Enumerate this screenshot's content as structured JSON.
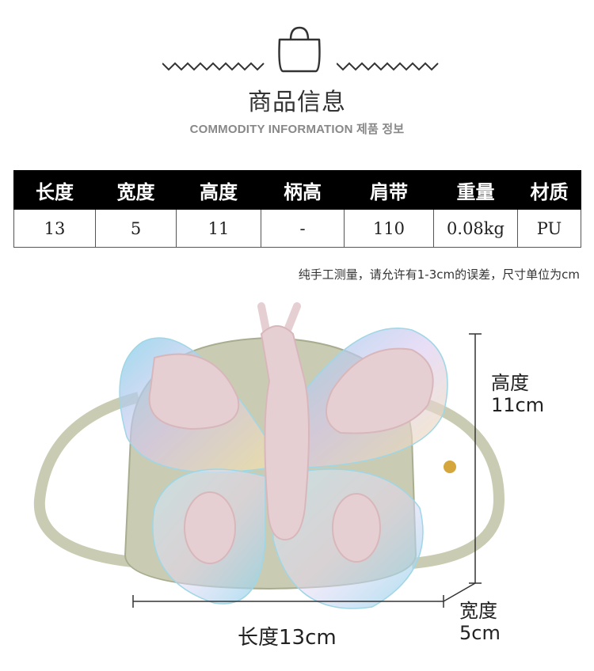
{
  "header": {
    "title": "商品信息",
    "subtitle": "COMMODITY INFORMATION 제품 정보",
    "icon": "handbag-icon"
  },
  "spec_table": {
    "headers": [
      "长度",
      "宽度",
      "高度",
      "柄高",
      "肩带",
      "重量",
      "材质"
    ],
    "values": [
      "13",
      "5",
      "11",
      "-",
      "110",
      "0.08kg",
      "PU"
    ]
  },
  "note": "纯手工测量，请允许有1-3cm的误差，尺寸单位为cm",
  "dimensions": {
    "height_name": "高度",
    "height_value": "11cm",
    "width_name": "宽度",
    "width_value": "5cm",
    "length": "长度13cm"
  },
  "colors": {
    "bag": "#c9ccb2",
    "glitter": "#e6cfd2",
    "wing": "#8ad3ea"
  }
}
